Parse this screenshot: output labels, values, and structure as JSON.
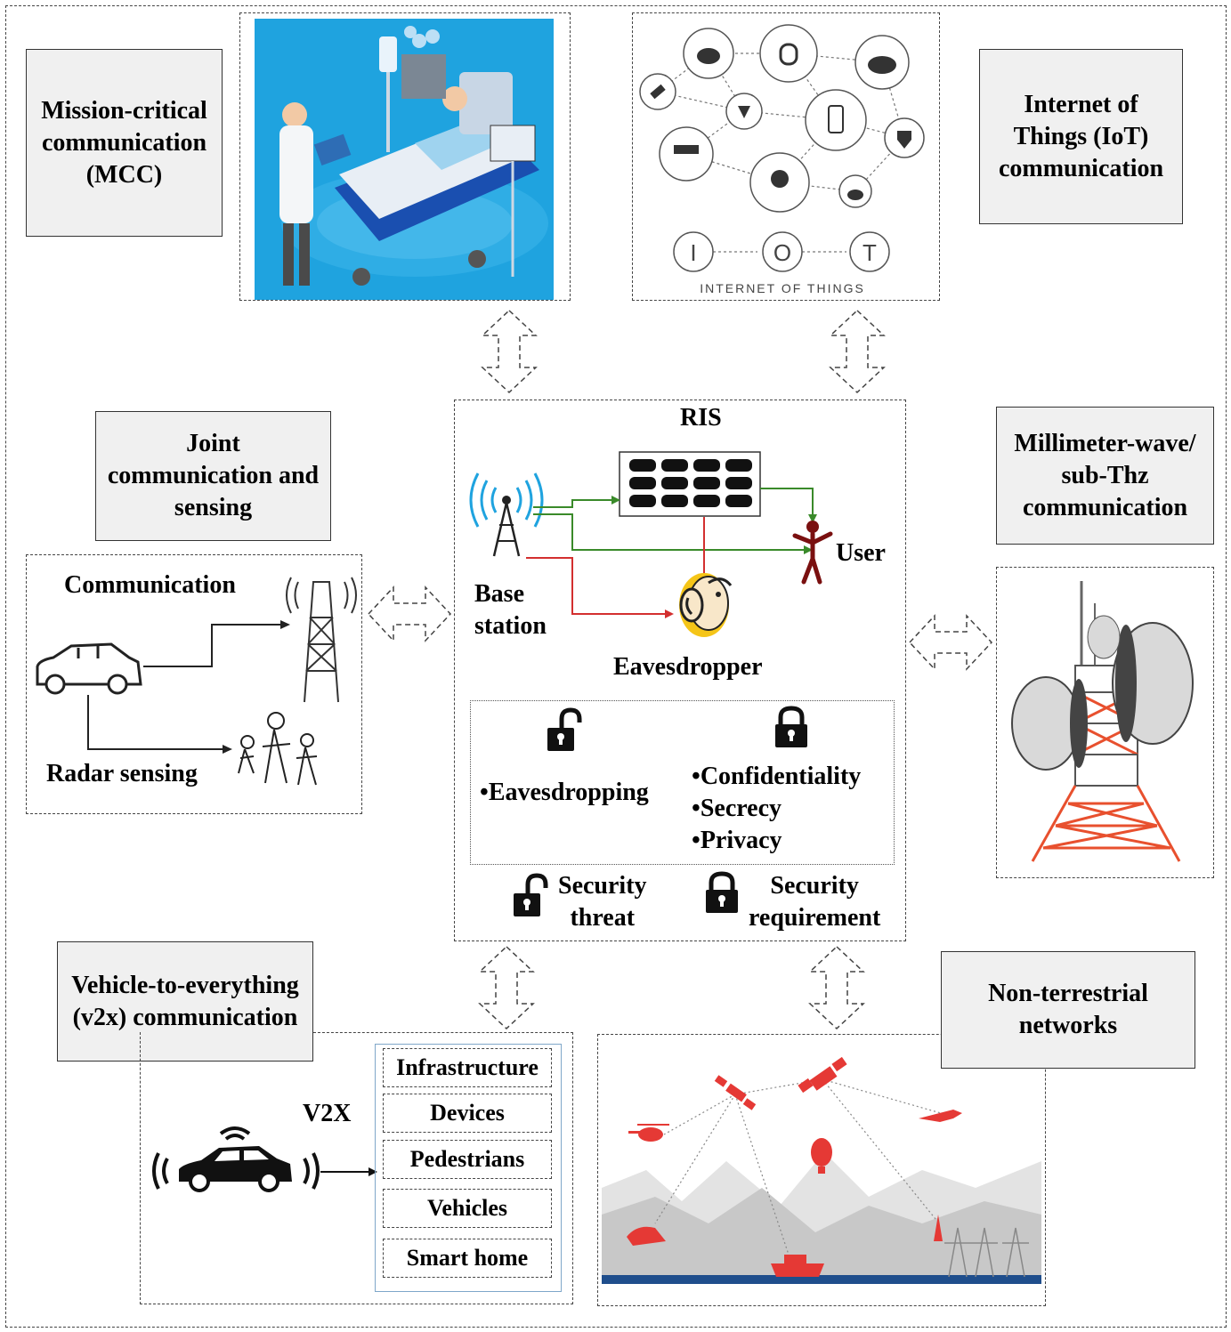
{
  "mcc": {
    "label_lines": [
      "Mission-critical",
      "communication",
      "(MCC)"
    ]
  },
  "iot": {
    "label_lines": [
      "Internet of",
      "Things (IoT)",
      "communication"
    ],
    "caption": "INTERNET OF THINGS",
    "letters": [
      "I",
      "O",
      "T"
    ]
  },
  "jcs": {
    "label_lines": [
      "Joint",
      "communication and",
      "sensing"
    ],
    "communication": "Communication",
    "radar": "Radar sensing"
  },
  "mmwave": {
    "label_lines": [
      "Millimeter-wave/",
      "sub-Thz",
      "communication"
    ]
  },
  "v2x": {
    "label_lines": [
      "Vehicle-to-everything",
      "(v2x) communication"
    ],
    "tag": "V2X",
    "items": [
      "Infrastructure",
      "Devices",
      "Pedestrians",
      "Vehicles",
      "Smart home"
    ]
  },
  "ntn": {
    "label_lines": [
      "Non-terrestrial",
      "networks"
    ]
  },
  "ris": {
    "title": "RIS",
    "base_station": [
      "Base",
      "station"
    ],
    "user": "User",
    "eavesdropper": "Eavesdropper",
    "threats": [
      "Eavesdropping"
    ],
    "requirements": [
      "Confidentiality",
      "Secrecy",
      "Privacy"
    ],
    "legend_threat": [
      "Security",
      "threat"
    ],
    "legend_requirement": [
      "Security",
      "requirement"
    ]
  },
  "colors": {
    "ntn_red": "#e53935",
    "path_green": "#3a8a2a",
    "path_red": "#d32f2f",
    "tower_orange": "#e8502e",
    "mcc_blue": "#1fa3df",
    "person_darkred": "#7a1010"
  }
}
